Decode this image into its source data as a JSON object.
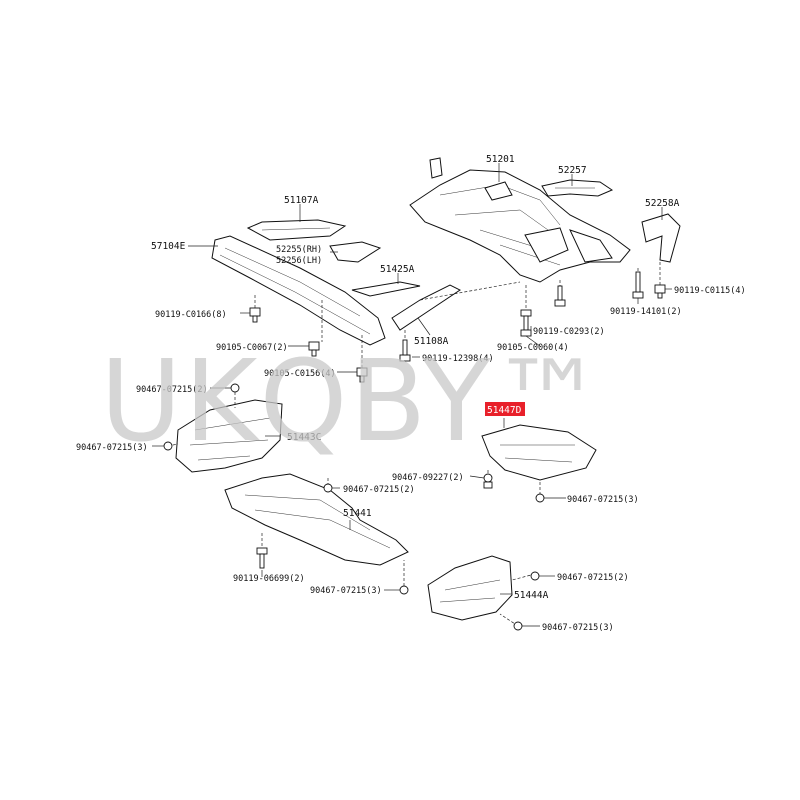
{
  "watermark": "UKQBY™",
  "highlight_color": "#e8202a",
  "labels": {
    "p51201": "51201",
    "p52257": "52257",
    "p52258A": "52258A",
    "p51107A": "51107A",
    "p57104E": "57104E",
    "p52255": "52255(RH)",
    "p52256": "52256(LH)",
    "p51425A": "51425A",
    "p51108A": "51108A",
    "p90119_C0166": "90119-C0166(8)",
    "p90105_C0067": "90105-C0067(2)",
    "p90105_C0156": "90105-C0156(4)",
    "p90119_12398": "90119-12398(4)",
    "p90119_C0293": "90119-C0293(2)",
    "p90105_C0060": "90105-C0060(4)",
    "p90119_14101": "90119-14101(2)",
    "p90119_C0115": "90119-C0115(4)",
    "p90467_07215_2a": "90467-07215(2)",
    "p90467_07215_3a": "90467-07215(3)",
    "p51443C": "51443C",
    "p51447D": "51447D",
    "p90467_09227": "90467-09227(2)",
    "p90467_07215_3b": "90467-07215(3)",
    "p90467_07215_2b": "90467-07215(2)",
    "p51441": "51441",
    "p90119_06699": "90119-06699(2)",
    "p90467_07215_3c": "90467-07215(3)",
    "p90467_07215_2c": "90467-07215(2)",
    "p51444A": "51444A",
    "p90467_07215_3d": "90467-07215(3)"
  }
}
